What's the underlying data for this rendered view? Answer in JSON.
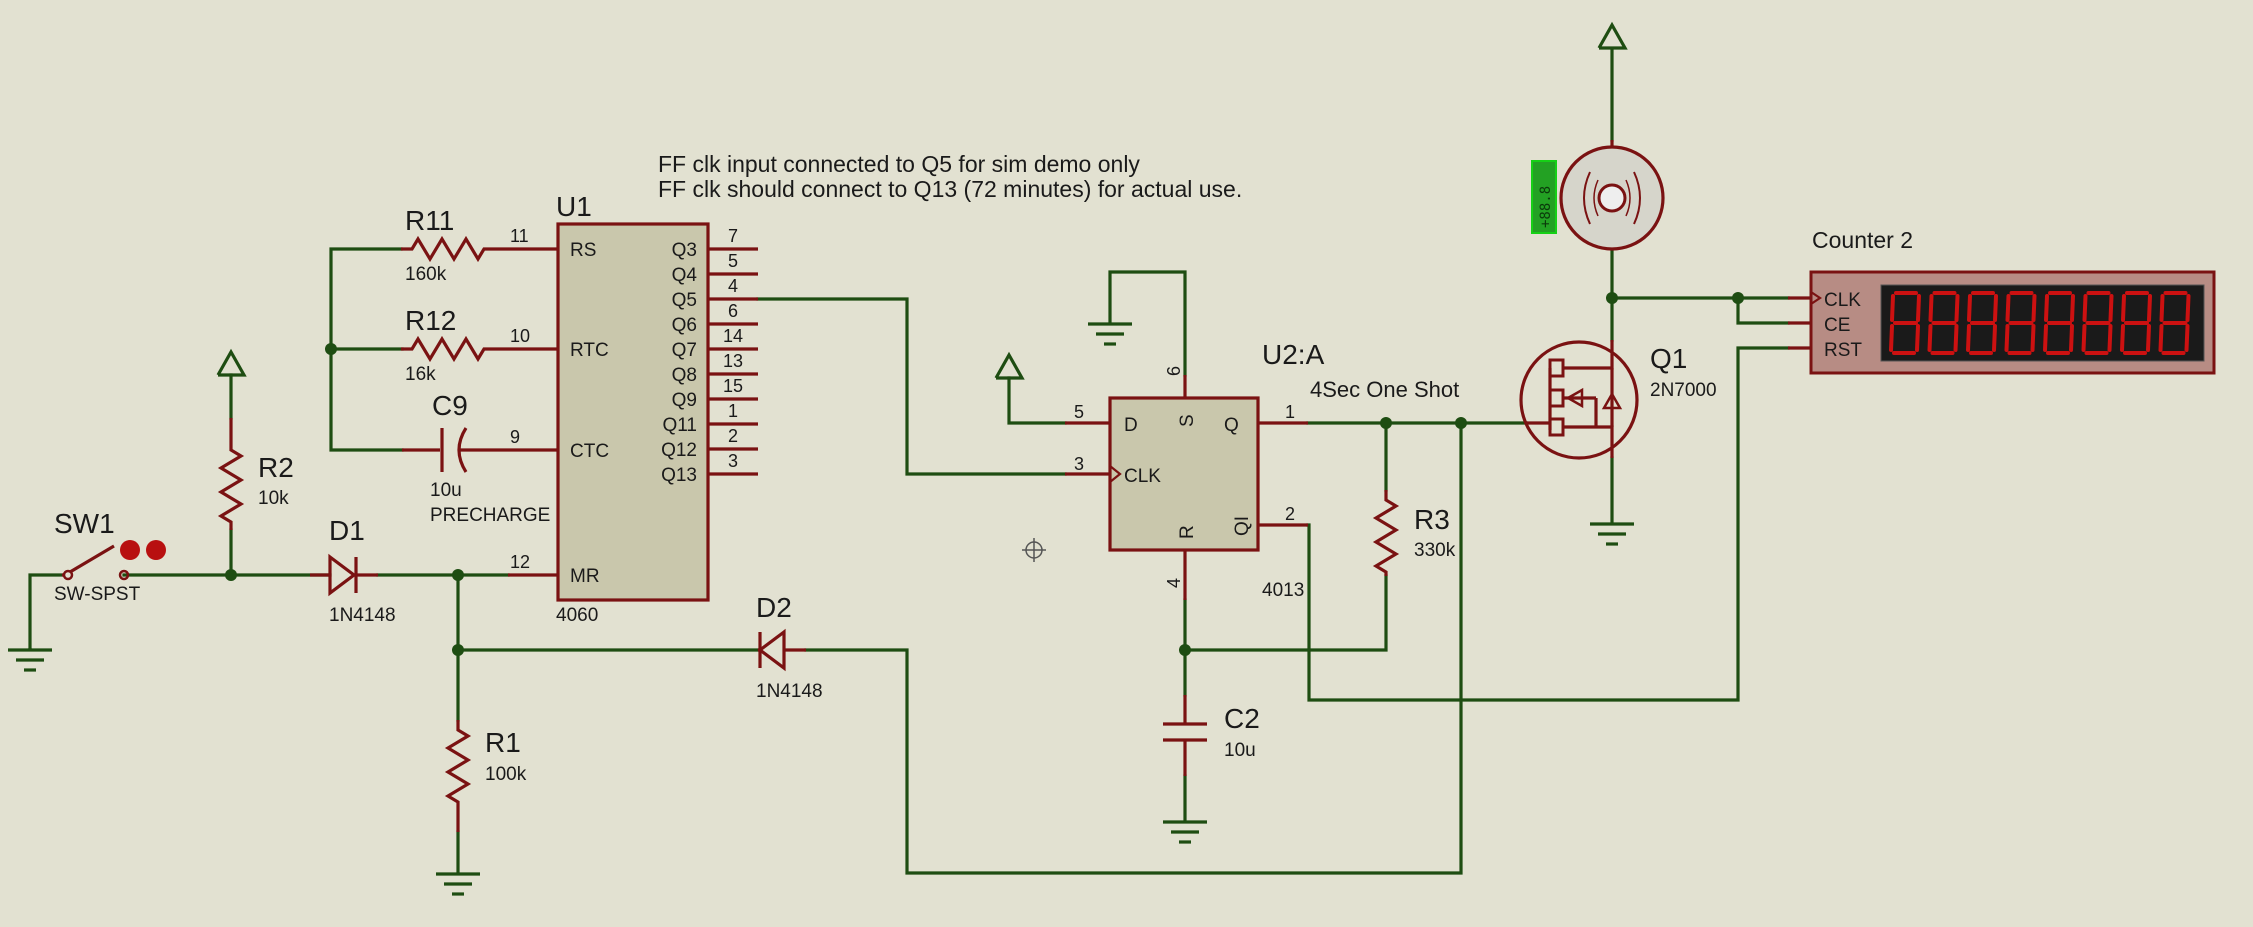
{
  "notes": {
    "line1": "FF clk input connected to Q5 for sim demo only",
    "line2": "FF clk should connect to Q13 (72 minutes) for actual use."
  },
  "u1": {
    "ref": "U1",
    "part": "4060",
    "left_pins": [
      {
        "name": "RS",
        "num": "11"
      },
      {
        "name": "RTC",
        "num": "10"
      },
      {
        "name": "CTC",
        "num": "9"
      },
      {
        "name": "MR",
        "num": "12"
      }
    ],
    "right_pins": [
      {
        "name": "Q3",
        "num": "7"
      },
      {
        "name": "Q4",
        "num": "5"
      },
      {
        "name": "Q5",
        "num": "4"
      },
      {
        "name": "Q6",
        "num": "6"
      },
      {
        "name": "Q7",
        "num": "14"
      },
      {
        "name": "Q8",
        "num": "13"
      },
      {
        "name": "Q9",
        "num": "15"
      },
      {
        "name": "Q11",
        "num": "1"
      },
      {
        "name": "Q12",
        "num": "2"
      },
      {
        "name": "Q13",
        "num": "3"
      }
    ]
  },
  "u2": {
    "ref": "U2:A",
    "part": "4013",
    "caption": "4Sec One Shot",
    "pins": {
      "d": "D",
      "clk": "CLK",
      "s": "S",
      "r": "R",
      "q": "Q",
      "qbar": "QI"
    },
    "nums": {
      "d": "5",
      "clk": "3",
      "s": "6",
      "r": "4",
      "q": "1",
      "qbar": "2"
    }
  },
  "r11": {
    "ref": "R11",
    "value": "160k"
  },
  "r12": {
    "ref": "R12",
    "value": "16k"
  },
  "c9": {
    "ref": "C9",
    "value": "10u",
    "extra": "PRECHARGE"
  },
  "r2": {
    "ref": "R2",
    "value": "10k"
  },
  "sw1": {
    "ref": "SW1",
    "value": "SW-SPST"
  },
  "d1": {
    "ref": "D1",
    "value": "1N4148"
  },
  "d2": {
    "ref": "D2",
    "value": "1N4148"
  },
  "r1": {
    "ref": "R1",
    "value": "100k"
  },
  "r3": {
    "ref": "R3",
    "value": "330k"
  },
  "c2": {
    "ref": "C2",
    "value": "10u"
  },
  "q1": {
    "ref": "Q1",
    "value": "2N7000"
  },
  "counter": {
    "title": "Counter 2",
    "pins": [
      "CLK",
      "CE",
      "RST"
    ],
    "digits": "88888888",
    "display_color": "#cc1111"
  },
  "motor": {
    "readout": "+88.8"
  },
  "colors": {
    "wire": "#1e4d12",
    "component": "#7a1212",
    "background": "#e2e1d1",
    "chip_body": "#c9c7ac"
  }
}
